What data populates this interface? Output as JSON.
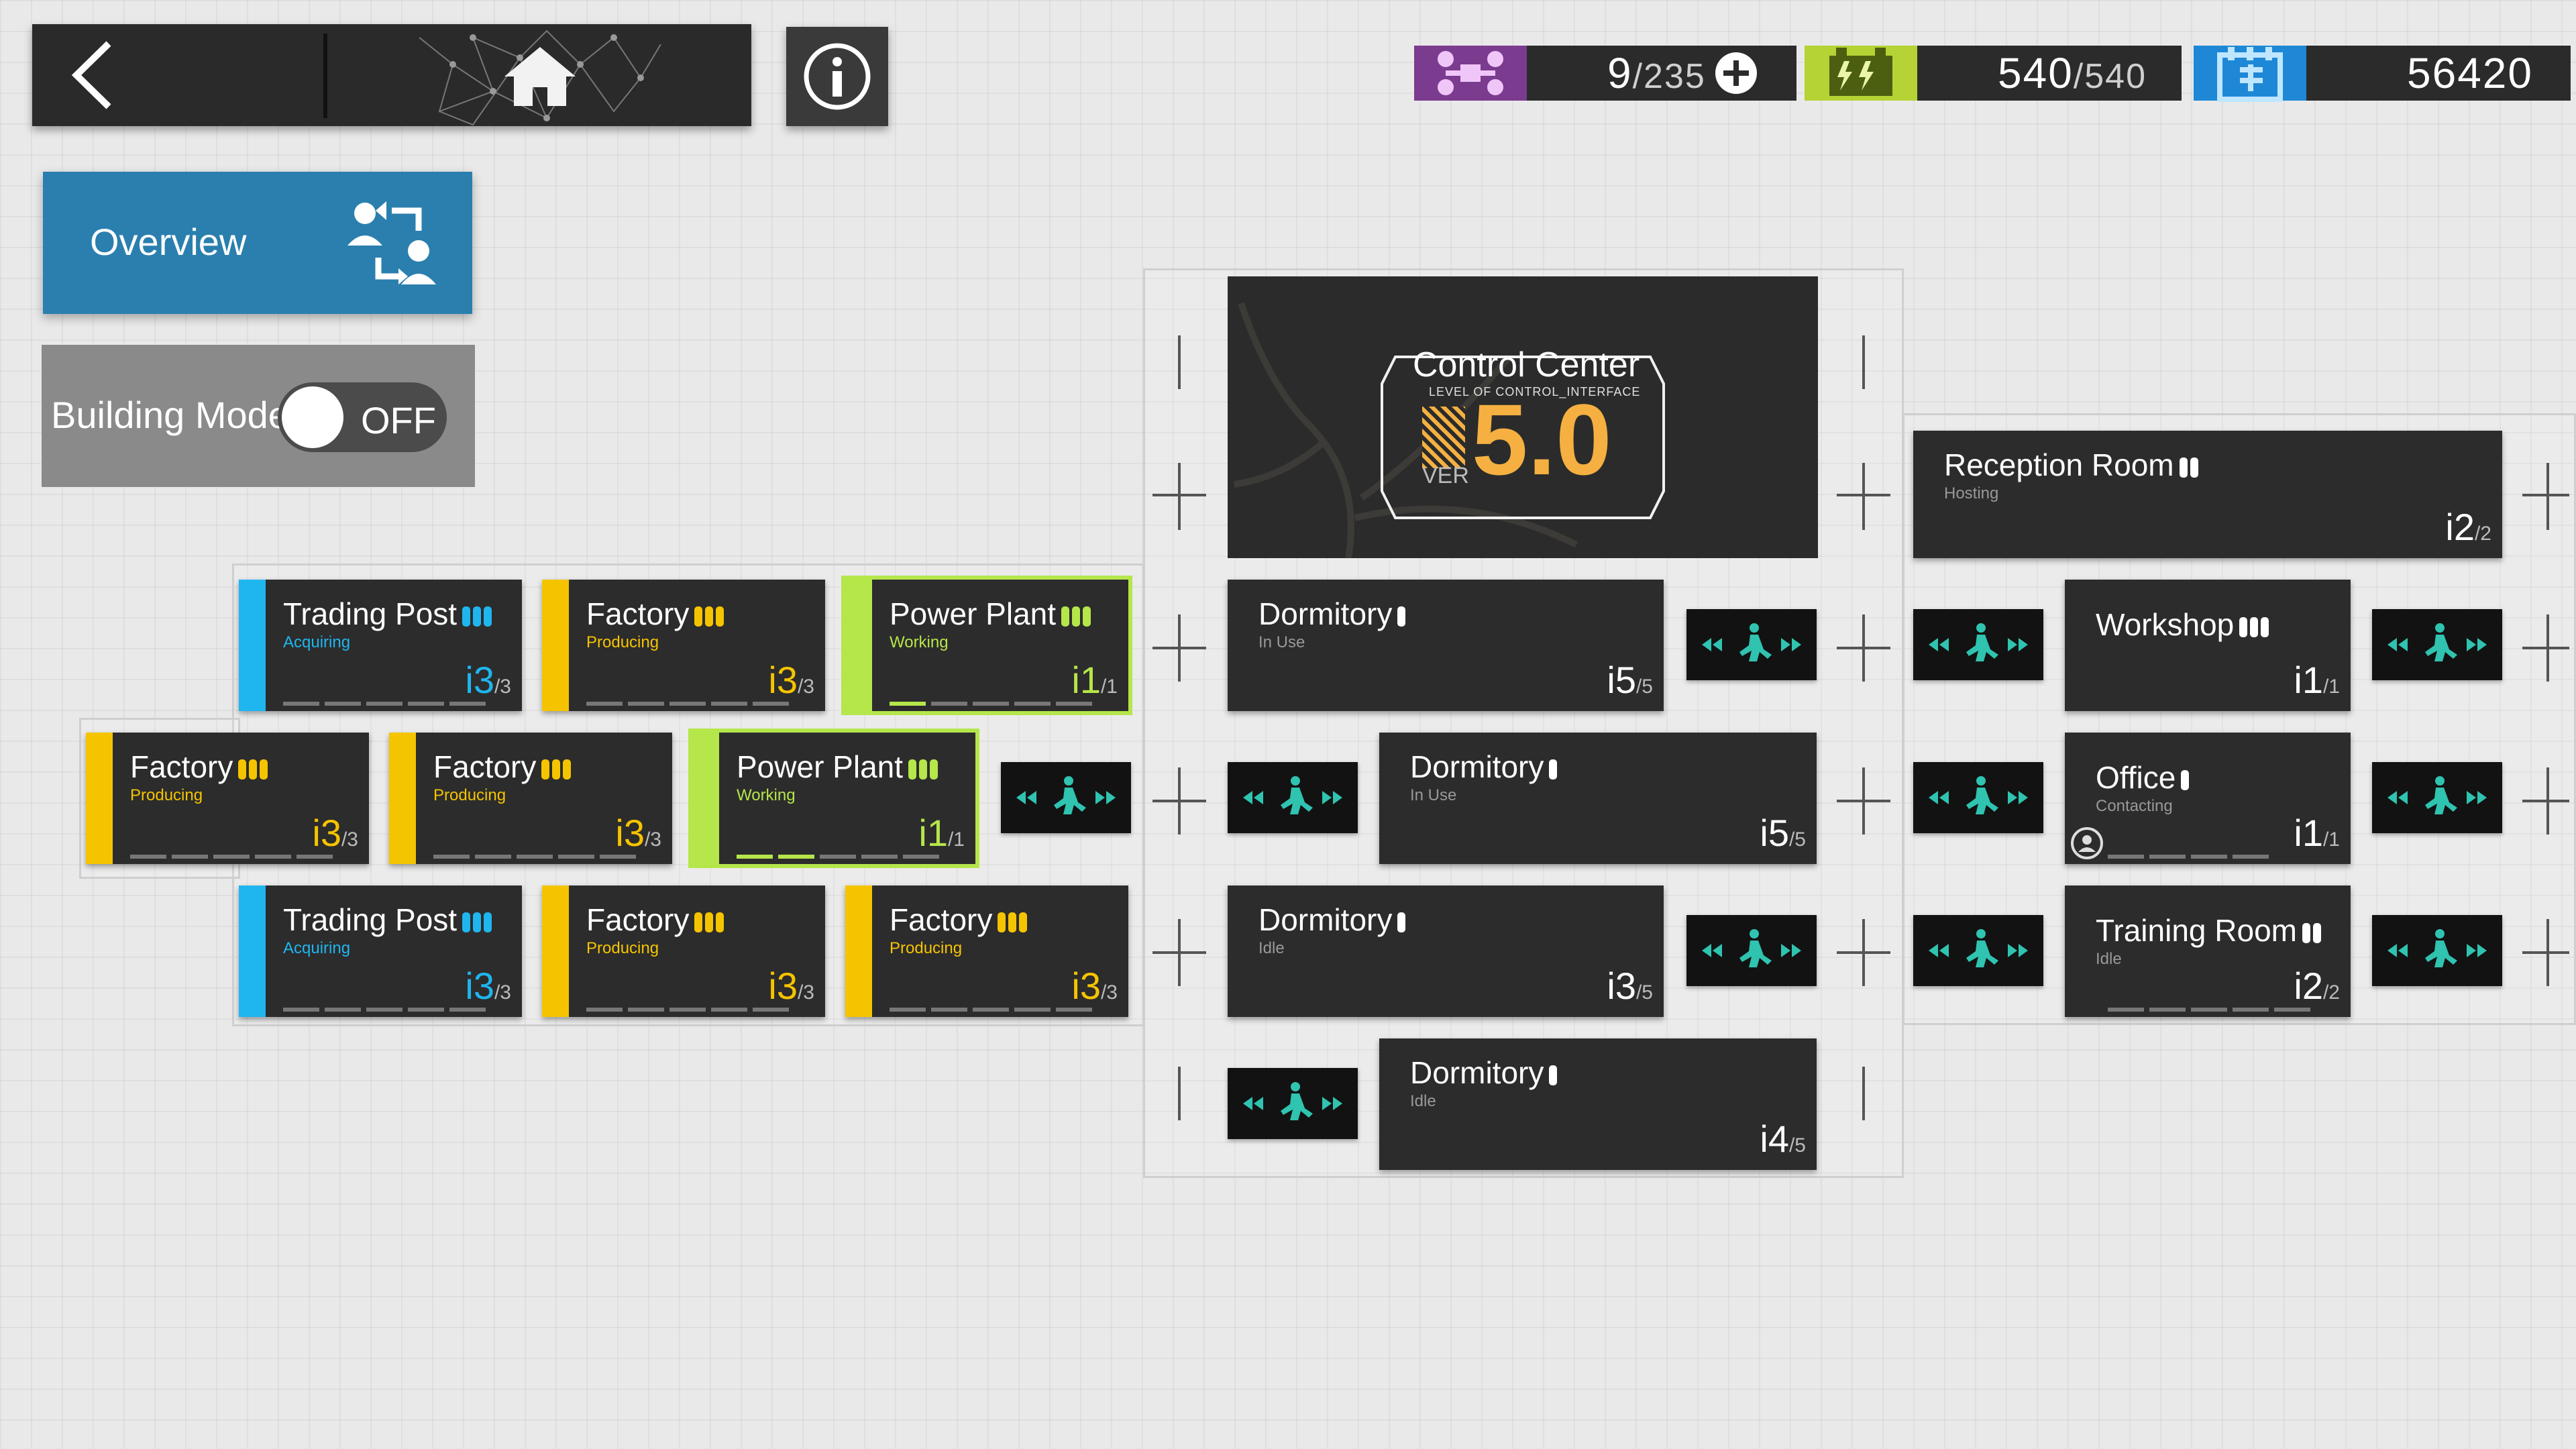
{
  "nav": {
    "back_icon": "chevron-left-icon",
    "home_icon": "home-icon",
    "info_icon": "info-icon"
  },
  "resources": {
    "drones": {
      "icon": "drone-icon",
      "value": "9",
      "max": "/235",
      "color": "#7b3b8f"
    },
    "power": {
      "icon": "battery-icon",
      "value": "540",
      "max": "/540",
      "color": "#b5d334"
    },
    "sanity": {
      "icon": "box-icon",
      "value": "56420",
      "color": "#1e88d6"
    }
  },
  "left_panel": {
    "overview_label": "Overview",
    "building_mode_label": "Building Mode",
    "toggle_state": "OFF"
  },
  "control_center": {
    "title": "Control Center",
    "subtitle": "LEVEL OF CONTROL_INTERFACE",
    "ver_label": "VER",
    "version": "5.0"
  },
  "reception_room": {
    "name": "Reception Room",
    "status": "Hosting",
    "count": "2",
    "max": "/2"
  },
  "rooms": [
    {
      "id": "trading-post-1",
      "name": "Trading Post",
      "status": "Acquiring",
      "count": "3",
      "max": "/3",
      "color": "#1fb6ef",
      "pips": 3
    },
    {
      "id": "factory-1",
      "name": "Factory",
      "status": "Producing",
      "count": "3",
      "max": "/3",
      "color": "#f5c400",
      "pips": 3
    },
    {
      "id": "power-plant-1",
      "name": "Power Plant",
      "status": "Working",
      "count": "1",
      "max": "/1",
      "color": "#b5e64a",
      "pips": 3
    },
    {
      "id": "factory-2",
      "name": "Factory",
      "status": "Producing",
      "count": "3",
      "max": "/3",
      "color": "#f5c400",
      "pips": 3
    },
    {
      "id": "factory-3",
      "name": "Factory",
      "status": "Producing",
      "count": "3",
      "max": "/3",
      "color": "#f5c400",
      "pips": 3
    },
    {
      "id": "power-plant-2",
      "name": "Power Plant",
      "status": "Working",
      "count": "1",
      "max": "/1",
      "color": "#b5e64a",
      "pips": 3
    },
    {
      "id": "trading-post-2",
      "name": "Trading Post",
      "status": "Acquiring",
      "count": "3",
      "max": "/3",
      "color": "#1fb6ef",
      "pips": 3
    },
    {
      "id": "factory-4",
      "name": "Factory",
      "status": "Producing",
      "count": "3",
      "max": "/3",
      "color": "#f5c400",
      "pips": 3
    },
    {
      "id": "factory-5",
      "name": "Factory",
      "status": "Producing",
      "count": "3",
      "max": "/3",
      "color": "#f5c400",
      "pips": 3
    },
    {
      "id": "dormitory-1",
      "name": "Dormitory",
      "status": "In Use",
      "count": "5",
      "max": "/5",
      "pips": 1
    },
    {
      "id": "dormitory-2",
      "name": "Dormitory",
      "status": "In Use",
      "count": "5",
      "max": "/5",
      "pips": 1
    },
    {
      "id": "dormitory-3",
      "name": "Dormitory",
      "status": "Idle",
      "count": "3",
      "max": "/5",
      "pips": 1
    },
    {
      "id": "dormitory-4",
      "name": "Dormitory",
      "status": "Idle",
      "count": "4",
      "max": "/5",
      "pips": 1
    },
    {
      "id": "workshop",
      "name": "Workshop",
      "status": "",
      "count": "1",
      "max": "/1",
      "pips": 3
    },
    {
      "id": "office",
      "name": "Office",
      "status": "Contacting",
      "count": "1",
      "max": "/1",
      "pips": 1
    },
    {
      "id": "training-room",
      "name": "Training Room",
      "status": "Idle",
      "count": "2",
      "max": "/2",
      "pips": 2
    }
  ],
  "stairs_icon": "stairs-icon",
  "colors": {
    "card_bg": "#2c2c2c",
    "overview_bg": "#2a7fae",
    "accent_blue": "#1fb6ef",
    "accent_yellow": "#f5c400",
    "accent_green": "#b5e64a",
    "control_orange": "#f5b041"
  }
}
